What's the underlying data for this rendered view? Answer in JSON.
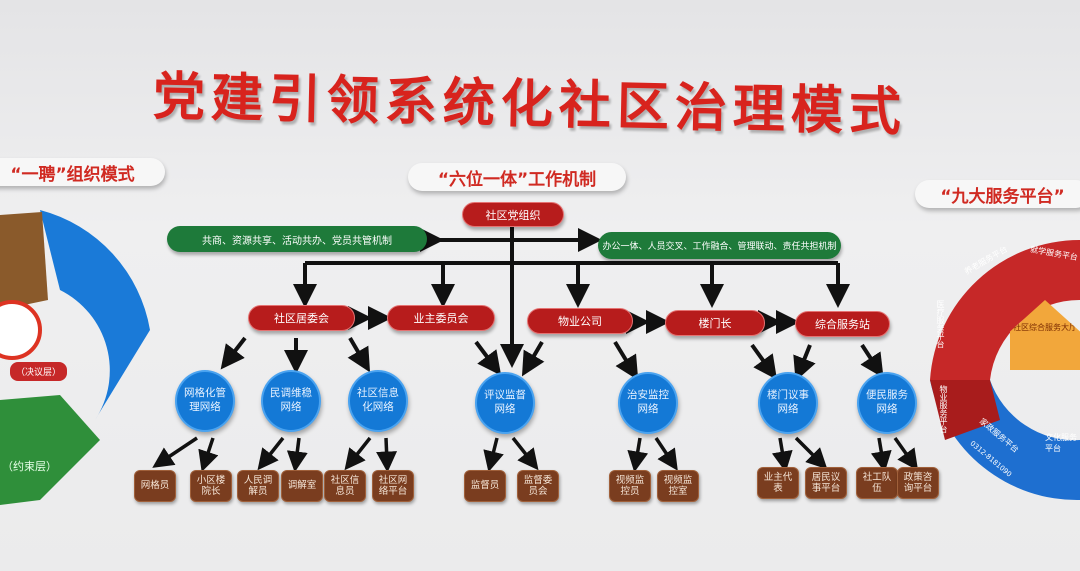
{
  "title": "党建引领系统化社区治理模式",
  "left_panel": {
    "header": "“一聘”组织模式",
    "labels": [
      "（决议层）",
      "（约束层）"
    ]
  },
  "center": {
    "header": "“六位一体”工作机制",
    "root": "社区党组织",
    "left_bar": "共商、资源共享、活动共办、党员共管机制",
    "right_bar": "办公一体、人员交叉、工作融合、管理联动、责任共担机制",
    "orgs": [
      "社区居委会",
      "业主委员会",
      "物业公司",
      "楼门长",
      "综合服务站"
    ],
    "networks": [
      "网格化管理网络",
      "民调维稳网络",
      "社区信息化网络",
      "评议监督网络",
      "治安监控网络",
      "楼门议事网络",
      "便民服务网络"
    ],
    "roles": [
      "网格员",
      "小区楼院长",
      "人民调解员",
      "调解室",
      "社区信息员",
      "社区网络平台",
      "监督员",
      "监督委员会",
      "视频监控员",
      "视频监控室",
      "业主代表",
      "居民议事平台",
      "社工队伍",
      "政策咨询平台"
    ]
  },
  "right_panel": {
    "header": "“九大服务平台”",
    "center_label": "社区综合服务大厅",
    "segments": [
      "医疗服务平台",
      "养老服务平台",
      "就学服务平台",
      "物业服务平台",
      "家政服务平台",
      "文化服务平台"
    ],
    "phone": "0312-8181090"
  },
  "colors": {
    "title": "#d8231d",
    "org": "#b71c1c",
    "network": "#1479d6",
    "role": "#7a3d1f",
    "bar": "#1e7a3a"
  }
}
